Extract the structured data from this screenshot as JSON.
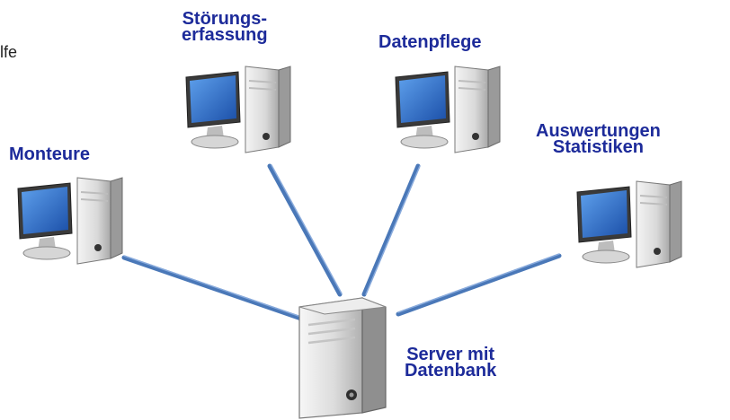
{
  "stray_text": "lfe",
  "nodes": {
    "stoerungserfassung": {
      "line1": "Störungs-",
      "line2": "erfassung"
    },
    "datenpflege": {
      "label": "Datenpflege"
    },
    "monteure": {
      "label": "Monteure"
    },
    "auswertungen": {
      "line1": "Auswertungen",
      "line2": "Statistiken"
    },
    "server": {
      "line1": "Server mit",
      "line2": "Datenbank"
    }
  },
  "colors": {
    "label": "#1d2b9a",
    "connection": "#4a78b8",
    "screen": "#2a63c8"
  },
  "icons": [
    "desktop-computer-icon",
    "server-tower-icon"
  ]
}
